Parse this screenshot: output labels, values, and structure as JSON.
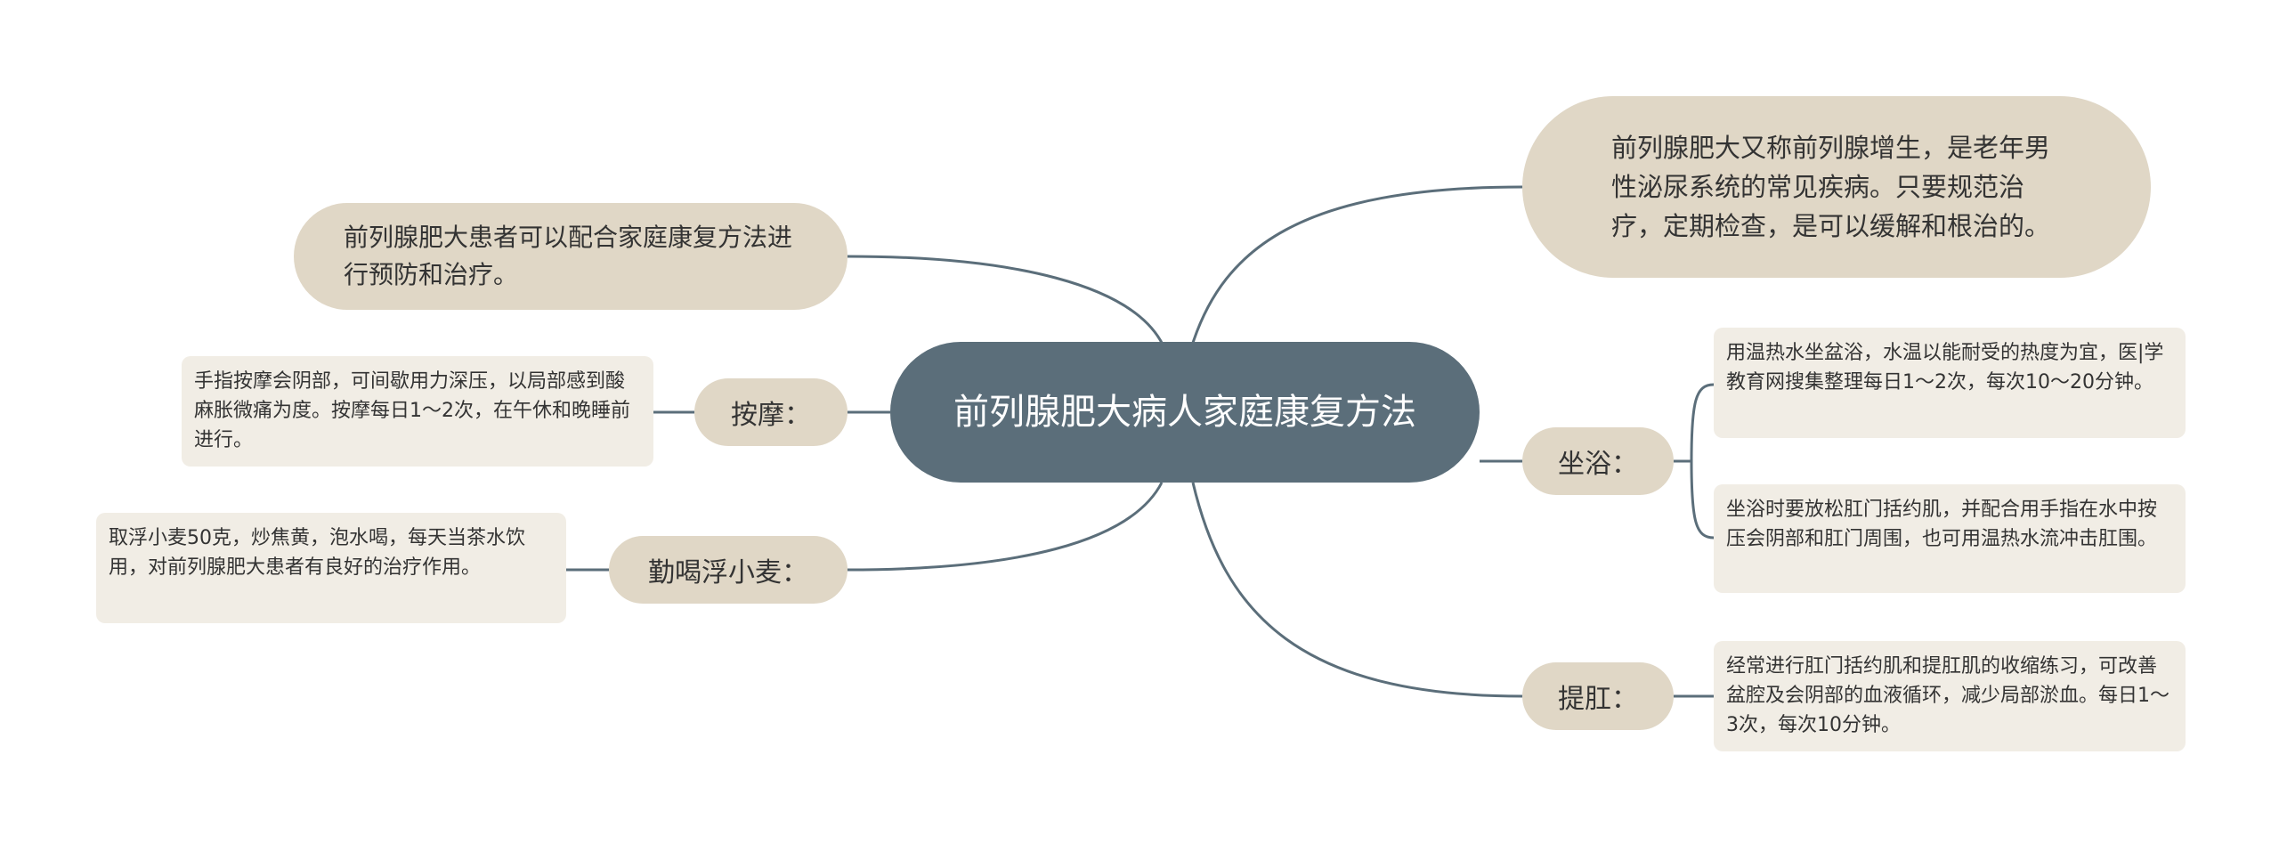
{
  "center": {
    "label": "前列腺肥大病人家庭康复方法"
  },
  "intro_left": {
    "text": "前列腺肥大患者可以配合家庭康复方法进行预防和治疗。"
  },
  "intro_right": {
    "text": "前列腺肥大又称前列腺增生，是老年男性泌尿系统的常见疾病。只要规范治疗，定期检查，是可以缓解和根治的。"
  },
  "branches": {
    "massage": {
      "label": "按摩：",
      "detail": "手指按摩会阴部，可间歇用力深压，以局部感到酸麻胀微痛为度。按摩每日1～2次，在午休和晚睡前进行。"
    },
    "wheat": {
      "label": "勤喝浮小麦：",
      "detail": "取浮小麦50克，炒焦黄，泡水喝，每天当茶水饮用，对前列腺肥大患者有良好的治疗作用。"
    },
    "sitzbath": {
      "label": "坐浴：",
      "detail1": "用温热水坐盆浴，水温以能耐受的热度为宜，医|学教育网搜集整理每日1～2次，每次10～20分钟。",
      "detail2": "坐浴时要放松肛门括约肌，并配合用手指在水中按压会阴部和肛门周围，也可用温热水流冲击肛围。"
    },
    "anus": {
      "label": "提肛：",
      "detail": "经常进行肛门括约肌和提肛肌的收缩练习，可改善盆腔及会阴部的血液循环，减少局部淤血。每日1～3次，每次10分钟。"
    }
  },
  "colors": {
    "center": "#5b6e7a",
    "branch": "#e0d7c6",
    "leaf": "#f1ede5",
    "line": "#5b6e7a"
  }
}
